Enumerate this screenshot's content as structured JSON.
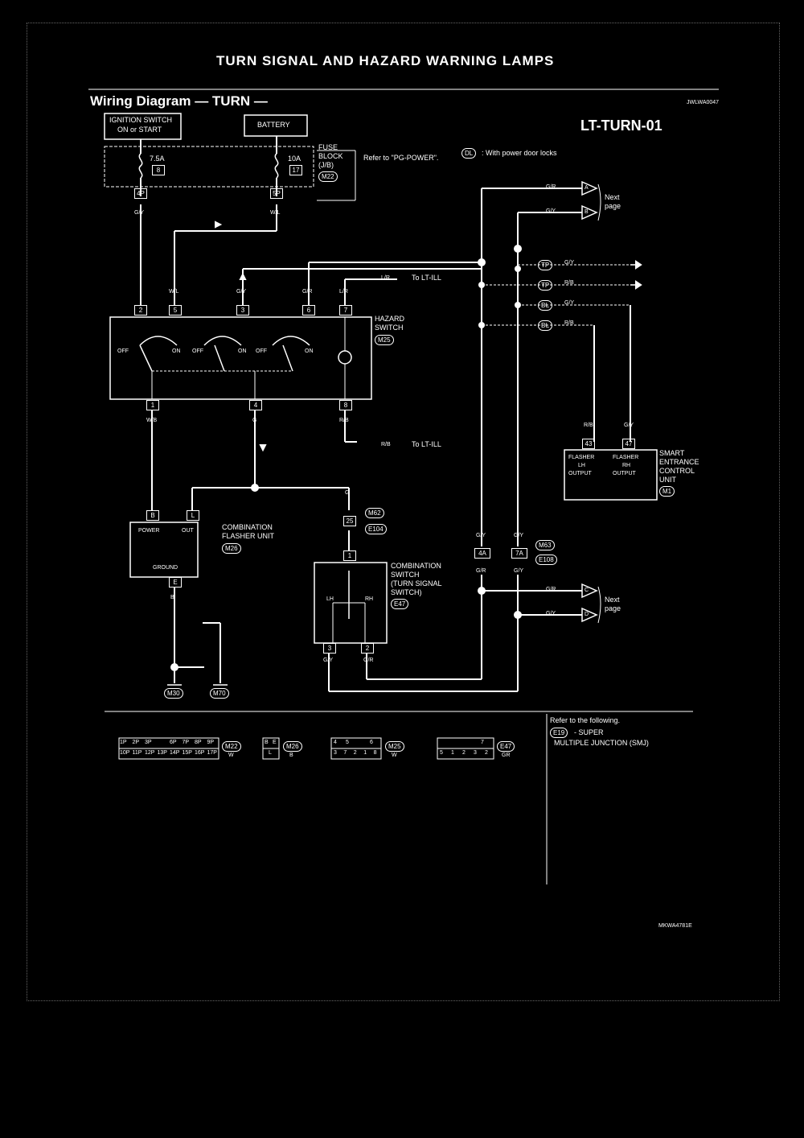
{
  "header": {
    "title": "TURN SIGNAL AND HAZARD WARNING LAMPS",
    "subtitle": "Wiring Diagram — TURN —",
    "page_code": "LT-TURN-01",
    "doc_code_top": "JWLWA0047",
    "doc_code_bottom": "MKWA4781E"
  },
  "power": {
    "ignition_label_1": "IGNITION SWITCH",
    "ignition_label_2": "ON or START",
    "battery_label": "BATTERY",
    "fuse1_amp": "7.5A",
    "fuse1_num": "8",
    "fuse2_amp": "10A",
    "fuse2_num": "17",
    "fuse_block_1": "FUSE",
    "fuse_block_2": "BLOCK",
    "fuse_block_3": "(J/B)",
    "fuse_block_conn": "M22",
    "conn1": "4P",
    "conn2": "5P",
    "refer_power": "Refer to \"PG-POWER\".",
    "legend_code": "DL",
    "legend_text": ": With power door locks"
  },
  "wires": {
    "gy": "G/Y",
    "wl": "W/L",
    "wl2": "W/L",
    "gy2": "G/Y",
    "gr": "G/R",
    "lr": "L/R",
    "wb": "W/B",
    "g": "G",
    "rb": "R/B",
    "b": "B",
    "gy_bot": "G/Y",
    "gr_bot": "G/R",
    "gy3": "G/Y",
    "rb2": "R/B",
    "g2": "G"
  },
  "hazard": {
    "label_1": "HAZARD",
    "label_2": "SWITCH",
    "conn": "M25",
    "pins_top": [
      "2",
      "5",
      "3",
      "6",
      "7"
    ],
    "pins_bottom": [
      "1",
      "4",
      "8"
    ],
    "states": [
      "OFF",
      "ON",
      "OFF",
      "ON",
      "OFF",
      "ON"
    ],
    "to_ll_1": "To LT-ILL",
    "to_ll_2": "To LT-ILL",
    "lr_tag": "L/R",
    "rb_tag": "R/B"
  },
  "flasher": {
    "pin_b": "B",
    "pin_l": "L",
    "power": "POWER",
    "out": "OUT",
    "ground": "GROUND",
    "pin_e": "E",
    "label_1": "COMBINATION",
    "label_2": "FLASHER UNIT",
    "conn": "M26"
  },
  "comb_switch": {
    "pin_top": "1",
    "lh": "LH",
    "rh": "RH",
    "pin_3": "3",
    "pin_2": "2",
    "label_1": "COMBINATION",
    "label_2": "SWITCH",
    "label_3": "(TURN SIGNAL",
    "label_4": "SWITCH)",
    "conn": "E47",
    "junction_pin": "25",
    "junction_conn1": "M62",
    "junction_conn2": "E104"
  },
  "connector_mid": {
    "pin_left": "4A",
    "pin_right": "7A",
    "conn1": "M63",
    "conn2": "E108",
    "gy_l": "G/Y",
    "gy_r": "G/Y",
    "gr_l": "G/R",
    "gy_r2": "G/Y"
  },
  "next_page": {
    "top_a": "A",
    "top_b": "B",
    "top_gr": "G/R",
    "top_gy": "G/Y",
    "top_label_1": "Next",
    "top_label_2": "page",
    "bot_c": "C",
    "bot_d": "D",
    "bot_gr": "G/R",
    "bot_gy": "G/Y",
    "bot_label_1": "Next",
    "bot_label_2": "page"
  },
  "right_rows": {
    "tp1": "TP",
    "tp2": "TP",
    "dl1": "DL",
    "dl2": "DL",
    "w1": "G/Y",
    "w2": "R/B",
    "w3": "G/Y",
    "w4": "R/B"
  },
  "smart_unit": {
    "w_left": "R/B",
    "w_right": "G/Y",
    "pin_left": "43",
    "pin_right": "47",
    "lh_1": "FLASHER",
    "lh_2": "LH",
    "lh_3": "OUTPUT",
    "rh_1": "FLASHER",
    "rh_2": "RH",
    "rh_3": "OUTPUT",
    "label_1": "SMART",
    "label_2": "ENTRANCE",
    "label_3": "CONTROL",
    "label_4": "UNIT",
    "conn": "M1"
  },
  "grounds": {
    "g1": "M30",
    "g2": "M70"
  },
  "refer": {
    "line1": "Refer to the following.",
    "code": "E19",
    "line2": "- SUPER",
    "line3": "MULTIPLE JUNCTION (SMJ)"
  },
  "connectors": [
    {
      "code": "M22",
      "color": "W"
    },
    {
      "code": "M26",
      "color": "B"
    },
    {
      "code": "M25",
      "color": "W"
    },
    {
      "code": "E47",
      "color": "GR"
    }
  ],
  "conn_pins": {
    "c1_row1": [
      "1P",
      "2P",
      "3P",
      "",
      "6P",
      "7P",
      "8P",
      "9P"
    ],
    "c1_row2": [
      "10P",
      "11P",
      "12P",
      "13P",
      "14P",
      "15P",
      "16P",
      "17P"
    ],
    "c2_row1": [
      "B",
      "E"
    ],
    "c2_row2": [
      "L"
    ],
    "c3_row1": [
      "4",
      "5",
      "",
      "6"
    ],
    "c3_row2": [
      "3",
      "7",
      "2",
      "1",
      "8"
    ],
    "c4_row1": [
      "",
      "",
      "",
      "7"
    ],
    "c4_row2": [
      "5",
      "1",
      "2",
      "3",
      "2"
    ]
  }
}
